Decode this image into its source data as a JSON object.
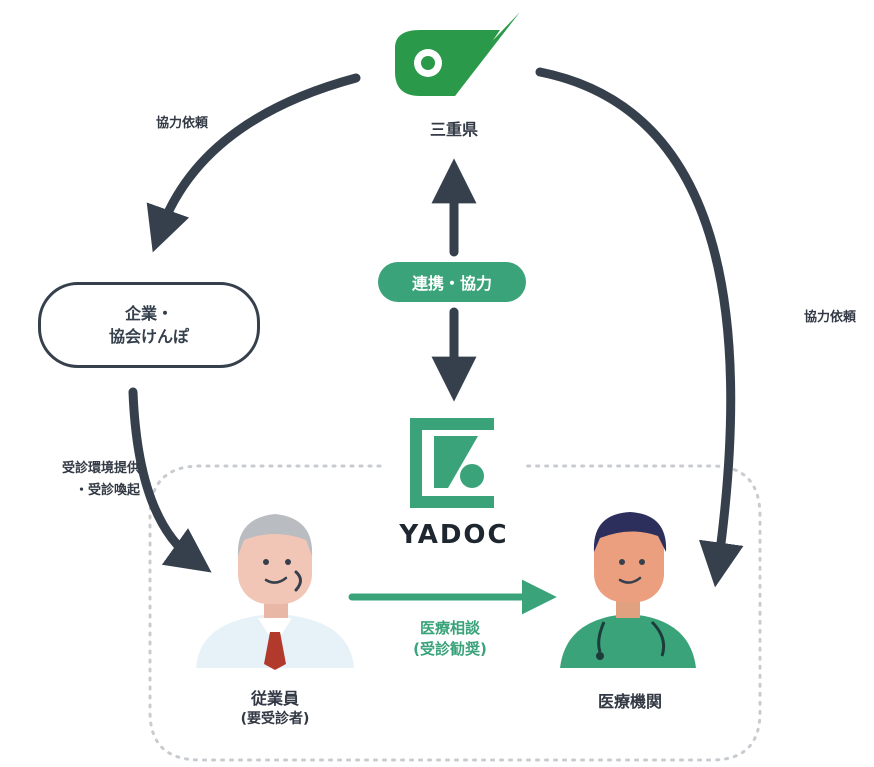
{
  "nodes": {
    "prefecture": "三重県",
    "company_line1": "企業・",
    "company_line2": "協会けんぽ",
    "yadoc": "YADOC",
    "employee_line1": "従業員",
    "employee_line2": "(要受診者)",
    "medical": "医療機関"
  },
  "edges": {
    "request_left": "協力依頼",
    "request_right": "協力依頼",
    "cooperation": "連携・協力",
    "env_line1": "受診環境提供",
    "env_line2": "・受診喚起",
    "consult_line1": "医療相談",
    "consult_line2": "(受診勧奨)"
  },
  "colors": {
    "arrow": "#36404d",
    "accent": "#3aa37a",
    "dotted": "#c8ccd0"
  }
}
